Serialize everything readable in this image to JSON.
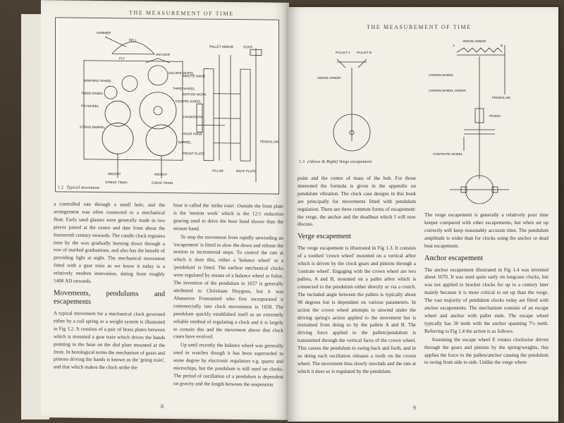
{
  "book": {
    "running_head_left": "THE MEASUREMENT OF TIME",
    "running_head_right": "THE MEASUREMENT OF TIME"
  },
  "left_page": {
    "figure": {
      "caption_number": "1.2",
      "caption_text": "Typical movement",
      "labels": {
        "hammer": "HAMMER",
        "bell": "BELL",
        "fly": "FLY",
        "anchor": "ANCHOR",
        "warning_wheel": "WARNING WHEEL",
        "third_wheel_left": "THIRD WHEEL",
        "pin_wheel": "PIN WHEEL",
        "strike_barrel": "STRIKE BARREL",
        "escape_wheel": "ESCAPE WHEEL",
        "third_wheel_right": "THIRD WHEEL",
        "centre_wheel": "CENTRE WHEEL",
        "barrel": "BARREL",
        "weight_left": "WEIGHT",
        "strike_train": "STRIKE TRAIN",
        "weight_right": "WEIGHT",
        "going_train": "GOING TRAIN",
        "pallet_arbor": "PALLET ARBOR",
        "cock": "COCK",
        "minute_hand": "MINUTE HAND",
        "motion_work": "MOTION WORK",
        "cannon_pin": "CANNON PIN",
        "hour_hand": "HOUR HAND",
        "front_plate": "FRONT PLATE",
        "pillar": "PILLAR",
        "back_plate": "BACK PLATE",
        "pendulum": "PENDULUM"
      }
    },
    "col1": [
      "a controlled rate through a small hole, and the arrangement was often connected to a mechanical float. Early sand glasses were generally made in two pieces joined at the centre and date from about the fourteenth century onwards. The candle clock registers time by the wax gradually burning down through a row of marked graduations, and also has the benefit of providing light at night. The mechanical movement fitted with a gear train as we know it today is a relatively modern innovation, dating from roughly 1400 AD onwards."
    ],
    "col1_heading": "Movements, pendulums and escapements",
    "col1_after": [
      "A typical movement for a mechanical clock governed either by a coil spring or a weight system is illustrated in Fig 1.2. It consists of a pair of brass plates between which is mounted a gear train which drives the hands pointing to the hour on the dial plate mounted at the front. In horological terms the mechanism of gears and pinions driving the hands is known as the 'going train', and that which makes the clock strike the"
    ],
    "col2": [
      "hour is called the 'strike train'. Outside the front plate is the 'motion work' which is the 12:1 reduction gearing used to drive the hour hand slower than the minute hand.",
      "To stop the movement from rapidly unwinding an 'escapement' is fitted to slow the down and release the motion in incremental steps. To control the rate at which it does this, either a 'balance wheel' or a 'pendulum' is fitted. The earliest mechanical clocks were regulated by means of a balance wheel or foliot. The invention of the pendulum in 1657 is generally attributed to Christiaan Huygens, but it was Ahasuerus Fromanteel who first incorporated it commercially into clock movements in 1658. The pendulum quickly established itself as an extremely reliable method of regulating a clock and it is largely to contain this and the movement above that clock cases have evolved.",
      "Up until recently the balance wheel was generally used in watches though it has been superseded to some degree by electronic regulators e.g. quartz and microchips, but the pendulum is still used on clocks. The period of oscillation of a pendulum is dependent on gravity and the length between the suspension"
    ],
    "page_number": "8"
  },
  "right_page": {
    "figure": {
      "caption_number": "1.3",
      "caption_text": "(Above & Right) Verge escapement",
      "labels": {
        "pallet_a": "PALLET A",
        "pallet_b": "PALLET B",
        "verge_arbor_left": "VERGE ARBOR",
        "verge_arbor": "VERGE ARBOR",
        "crown_wheel": "CROWN WHEEL",
        "crown_wheel_arbor": "CROWN WHEEL ARBOR",
        "pendulum": "PENDULUM",
        "pinion": "PINION",
        "contrate_wheel": "CONTRATE WHEEL",
        "a": "A",
        "b": "B"
      }
    },
    "col1": [
      "point and the centre of mass of the bob. For those interested the formula is given in the appendix on pendulum vibration. The clock case designs in this book are principally for movements fitted with pendulum regulation. There are three common forms of escapement: the verge, the anchor and the deadbeat which I will now discuss."
    ],
    "col1_heading": "Verge escapement",
    "col1_after": [
      "The verge escapement is illustrated in Fig 1.3. It consists of a toothed 'crown wheel' mounted on a vertical arbor which is driven by the clock gears and pinions through a 'contrate wheel'. Engaging with the crown wheel are two pallets, A and B, mounted on a pallet arbor which is connected to the pendulum either directly or via a crutch. The included angle between the pallets is typically about 90 degrees but is dependent on various parameters. In action the crown wheel attempts to unwind under the driving spring's action applied to the movement but is restrained from doing so by the pallets A and B. The driving force applied to the pallets/pendulum is transmitted through the vertical faces of the crown wheel. This causes the pendulum to swing back and forth, and in so doing each oscillation releases a tooth on the crown wheel. The movement thus slowly unwinds and the rate at which it does so is regulated by the pendulum."
    ],
    "col2": [
      "The verge escapement is generally a relatively poor time keeper compared with other escapements, but when set up correctly will keep reasonably accurate time. The pendulum amplitude is wider than for clocks using the anchor or dead beat escapement."
    ],
    "col2_heading": "Anchor escapement",
    "col2_after": [
      "The anchor escapement illustrated in Fig 1.4 was invented about 1670. It was used quite early on longcase clocks, but was not applied to bracket clocks for up to a century later mainly because it is more critical to set up than the verge. The vast majority of pendulum clocks today are fitted with anchor escapements. The mechanism consists of an escape wheel and anchor with pallet ends. The escape wheel typically has 30 teeth with the anchor spanning 7½ teeth. Referring to Fig 1.4 the action is as follows.",
      "Assuming the escape wheel E rotates clockwise driven through the gears and pinions by the spring/weights, this applies the force to the pallets/anchor causing the pendulum to swing from side to side. Unlike the verge where"
    ],
    "page_number": "9"
  }
}
